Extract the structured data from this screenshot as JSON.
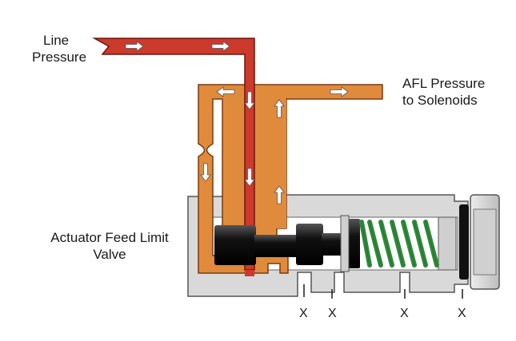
{
  "labels": {
    "line_pressure_1": "Line",
    "line_pressure_2": "Pressure",
    "afl_1": "AFL Pressure",
    "afl_2": "to Solenoids",
    "valve_1": "Actuator Feed Limit",
    "valve_2": "Valve"
  },
  "exhaust_ports": [
    "X",
    "X",
    "X",
    "X"
  ],
  "colors": {
    "line_pressure": "#cc3a2c",
    "afl_pressure": "#e08a3c",
    "valve_body": "#d9d9d9",
    "spool": "#222222",
    "spring": "#2f8a3a"
  }
}
